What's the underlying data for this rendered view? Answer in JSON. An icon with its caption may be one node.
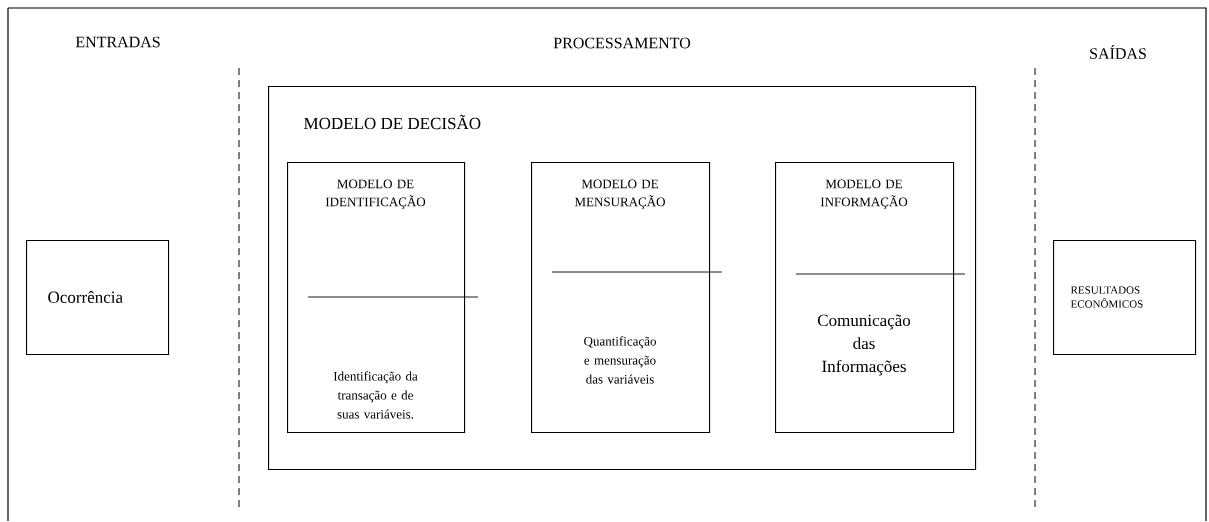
{
  "diagram": {
    "nodes": [
      {
        "text": [
          "Ocorrência"
        ]
      },
      {
        "text": [
          "MODELO DE DECISÃO"
        ]
      },
      {
        "text": [
          "MODELO DE IDENTIFICAÇÃO",
          "Identificação da transação e de suas variáveis."
        ],
        "in": 1
      },
      {
        "text": [
          "MODELO DE MENSURAÇÃO",
          "Quantificação e mensuração das variáveis"
        ],
        "in": 1
      },
      {
        "text": [
          "MODELO DE INFORMAÇÃO",
          "Comunicação das Informações"
        ],
        "in": 1
      },
      {
        "text": [
          "RESULTADOS ECONÔMICOS"
        ]
      }
    ],
    "labels": [
      "ENTRADAS",
      "PROCESSAMENTO",
      "SAÍDAS"
    ]
  }
}
